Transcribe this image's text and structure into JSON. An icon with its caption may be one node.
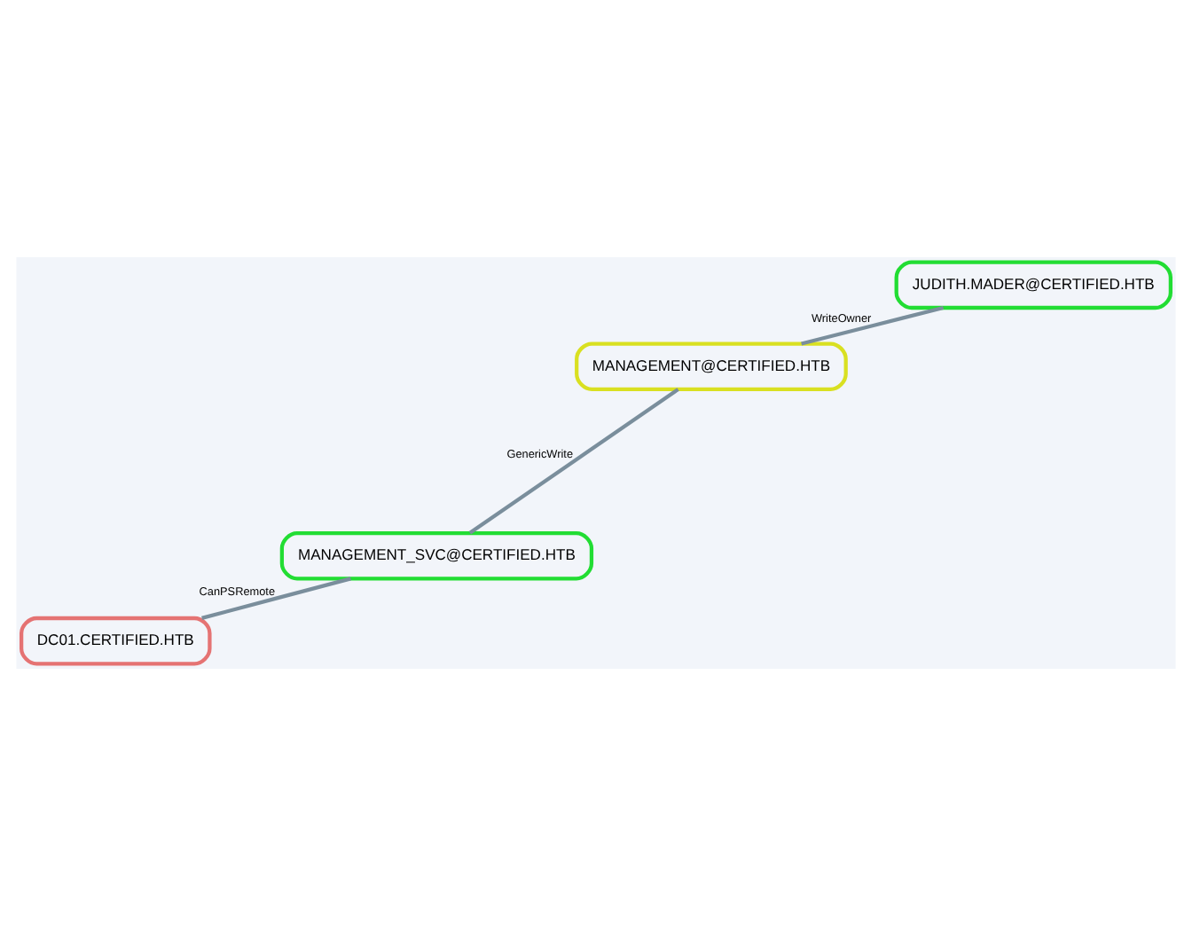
{
  "diagram": {
    "nodes": [
      {
        "text": [
          "DC01.CERTIFIED.HTB"
        ]
      },
      {
        "text": [
          "JUDITH.MADER@CERTIFIED.HTB"
        ]
      },
      {
        "text": [
          "MANAGEMENT_SVC@CERTIFIED.HTB"
        ]
      },
      {
        "text": [
          "MANAGEMENT@CERTIFIED.HTB"
        ]
      }
    ],
    "edges": [
      {
        "from": 2,
        "to": 0,
        "label": "CanPSRemote",
        "arrow": "none"
      },
      {
        "from": 1,
        "to": 3,
        "label": "WriteOwner",
        "arrow": "none"
      },
      {
        "from": 3,
        "to": 2,
        "label": "GenericWrite",
        "arrow": "none"
      }
    ]
  }
}
